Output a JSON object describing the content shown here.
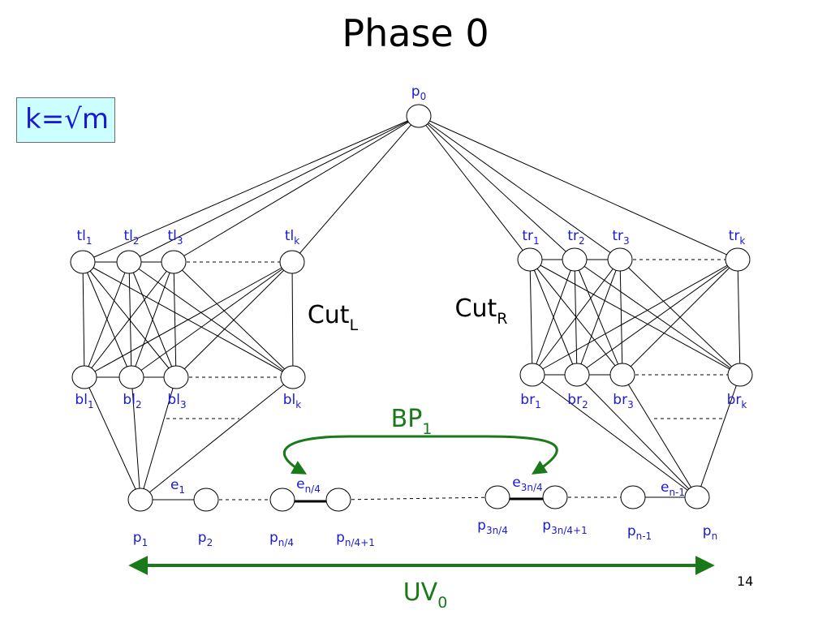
{
  "slide": {
    "title": "Phase 0",
    "k_box": "k=√m",
    "page_number": "14"
  },
  "nodes": {
    "root": {
      "main": "p",
      "sub": "0"
    },
    "top_left": [
      {
        "main": "tl",
        "sub": "1"
      },
      {
        "main": "tl",
        "sub": "2"
      },
      {
        "main": "tl",
        "sub": "3"
      },
      {
        "main": "tl",
        "sub": "k"
      }
    ],
    "bottom_left": [
      {
        "main": "bl",
        "sub": "1"
      },
      {
        "main": "bl",
        "sub": "2"
      },
      {
        "main": "bl",
        "sub": "3"
      },
      {
        "main": "bl",
        "sub": "k"
      }
    ],
    "top_right": [
      {
        "main": "tr",
        "sub": "1"
      },
      {
        "main": "tr",
        "sub": "2"
      },
      {
        "main": "tr",
        "sub": "3"
      },
      {
        "main": "tr",
        "sub": "k"
      }
    ],
    "bottom_right": [
      {
        "main": "br",
        "sub": "1"
      },
      {
        "main": "br",
        "sub": "2"
      },
      {
        "main": "br",
        "sub": "3"
      },
      {
        "main": "br",
        "sub": "k"
      }
    ],
    "path": [
      {
        "main": "p",
        "sub": "1"
      },
      {
        "main": "p",
        "sub": "2"
      },
      {
        "main": "p",
        "sub": "n/4"
      },
      {
        "main": "p",
        "sub": "n/4+1"
      },
      {
        "main": "p",
        "sub": "3n/4"
      },
      {
        "main": "p",
        "sub": "3n/4+1"
      },
      {
        "main": "p",
        "sub": "n-1"
      },
      {
        "main": "p",
        "sub": "n"
      }
    ]
  },
  "edges": [
    {
      "main": "e",
      "sub": "1"
    },
    {
      "main": "e",
      "sub": "n/4"
    },
    {
      "main": "e",
      "sub": "3n/4"
    },
    {
      "main": "e",
      "sub": "n-1"
    }
  ],
  "cuts": {
    "left": {
      "main": "Cut",
      "sub": "L"
    },
    "right": {
      "main": "Cut",
      "sub": "R"
    }
  },
  "bp": {
    "main": "BP",
    "sub": "1"
  },
  "uv": {
    "main": "UV",
    "sub": "0"
  },
  "colors": {
    "label": "#1a1ad6",
    "arrow": "#1a7a1a",
    "k_box_fill": "#ccffff"
  }
}
